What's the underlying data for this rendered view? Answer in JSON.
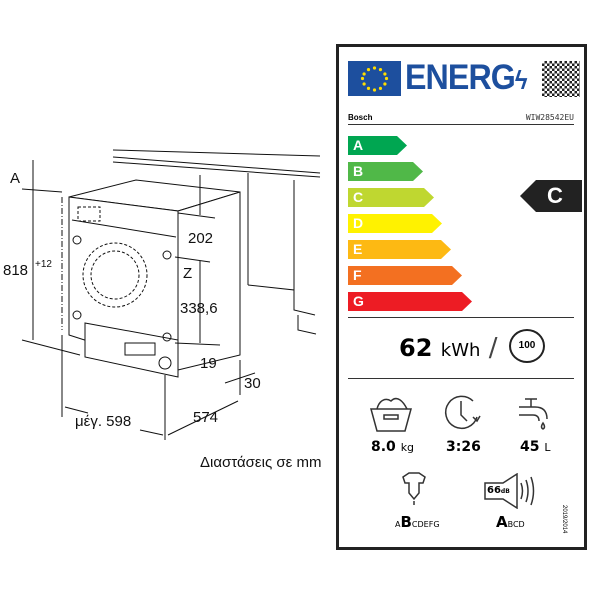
{
  "drawing": {
    "label_a": "A",
    "height": "818",
    "height_tol": "+12",
    "dim_top": "202",
    "label_z": "Z",
    "dim_z": "338,6",
    "dim_19": "19",
    "dim_30": "30",
    "width": "μέγ. 598",
    "depth": "574",
    "caption": "Διαστάσεις σε mm"
  },
  "label": {
    "title": "ENERG",
    "brand": "Bosch",
    "model": "WIW28542EU",
    "classes": [
      {
        "l": "A",
        "c": "#00a651"
      },
      {
        "l": "B",
        "c": "#50b848"
      },
      {
        "l": "C",
        "c": "#bfd730"
      },
      {
        "l": "D",
        "c": "#fff200"
      },
      {
        "l": "E",
        "c": "#fdb913"
      },
      {
        "l": "F",
        "c": "#f37021"
      },
      {
        "l": "G",
        "c": "#ed1c24"
      }
    ],
    "rating": "C",
    "energy_value": "62",
    "energy_unit": "kWh",
    "cycles": "100",
    "capacity_value": "8.0",
    "capacity_unit": "kg",
    "duration": "3:26",
    "water_value": "45",
    "water_unit": "L",
    "spin_class_small": "A",
    "spin_class_big": "B",
    "spin_class_rest": "CDEFG",
    "noise_db": "66",
    "noise_unit": "dB",
    "noise_class_big": "A",
    "noise_class_rest": "BCD",
    "regulation": "2019/2014"
  }
}
